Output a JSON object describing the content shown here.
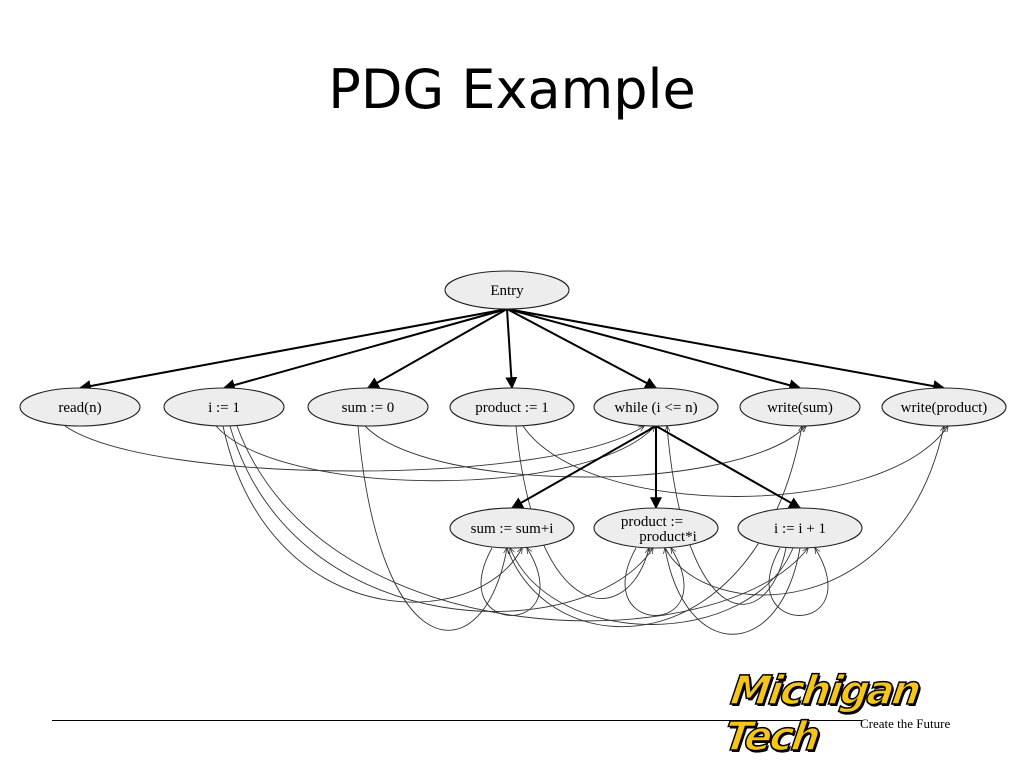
{
  "slide": {
    "title": "PDG Example"
  },
  "nodes": [
    {
      "id": "entry",
      "label": "Entry"
    },
    {
      "id": "read",
      "label": "read(n)"
    },
    {
      "id": "i1",
      "label": "i := 1"
    },
    {
      "id": "sum0",
      "label": "sum := 0"
    },
    {
      "id": "prod1",
      "label": "product := 1"
    },
    {
      "id": "while",
      "label": "while (i <= n)"
    },
    {
      "id": "wsum",
      "label": "write(sum)"
    },
    {
      "id": "wprod",
      "label": "write(product)"
    },
    {
      "id": "sumi",
      "label": "sum := sum+i"
    },
    {
      "id": "prodi",
      "label": "product :=",
      "label2": "product*i"
    },
    {
      "id": "inc",
      "label": "i := i + 1"
    }
  ],
  "control_edges": [
    [
      "entry",
      "read"
    ],
    [
      "entry",
      "i1"
    ],
    [
      "entry",
      "sum0"
    ],
    [
      "entry",
      "prod1"
    ],
    [
      "entry",
      "while"
    ],
    [
      "entry",
      "wsum"
    ],
    [
      "entry",
      "wprod"
    ],
    [
      "while",
      "sumi"
    ],
    [
      "while",
      "prodi"
    ],
    [
      "while",
      "inc"
    ]
  ],
  "data_edges": [
    [
      "read",
      "while"
    ],
    [
      "i1",
      "while"
    ],
    [
      "i1",
      "sumi"
    ],
    [
      "i1",
      "prodi"
    ],
    [
      "i1",
      "inc"
    ],
    [
      "sum0",
      "sumi"
    ],
    [
      "sum0",
      "wsum"
    ],
    [
      "prod1",
      "prodi"
    ],
    [
      "prod1",
      "wprod"
    ],
    [
      "sumi",
      "sumi"
    ],
    [
      "sumi",
      "wsum"
    ],
    [
      "prodi",
      "prodi"
    ],
    [
      "prodi",
      "wprod"
    ],
    [
      "inc",
      "while"
    ],
    [
      "inc",
      "sumi"
    ],
    [
      "inc",
      "prodi"
    ],
    [
      "inc",
      "inc"
    ]
  ],
  "logo": {
    "name": "Michigan Tech",
    "tagline": "Create the Future"
  }
}
